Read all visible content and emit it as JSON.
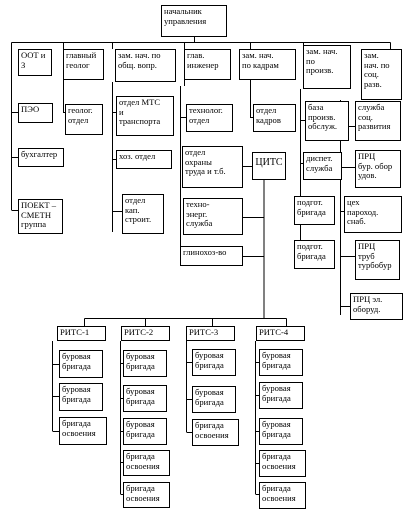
{
  "diagram": {
    "root": {
      "label": "начальник\nуправления"
    },
    "top_level": [
      {
        "id": "oot",
        "label": "ООТ и\nЗ"
      },
      {
        "id": "chief_geologist",
        "label": "главный\nгеолог"
      },
      {
        "id": "deputy_general",
        "label": "зам. нач. по\nобщ. вопр."
      },
      {
        "id": "chief_engineer",
        "label": "глав.\nинженер"
      },
      {
        "id": "deputy_personnel",
        "label": "зам. нач.\nпо кадрам"
      },
      {
        "id": "deputy_production",
        "label": "зам. нач.\nпо\nпроизв."
      },
      {
        "id": "deputy_social",
        "label": "зам.\nнач. по\nсоц.\nразв."
      }
    ],
    "oot_children": [
      {
        "id": "peo",
        "label": "ПЭО"
      },
      {
        "id": "accountant",
        "label": "бухгалтер"
      },
      {
        "id": "poekt",
        "label": "ПОЕКТ –\nСМЕТН\nгруппа"
      }
    ],
    "geologist_children": [
      {
        "id": "geo_dept",
        "label": "геолог.\nотдел"
      }
    ],
    "general_children": [
      {
        "id": "mts",
        "label": "отдел МТС\nи\nтранспорта"
      },
      {
        "id": "household",
        "label": "хоз. отдел"
      },
      {
        "id": "capital",
        "label": "отдел\nкап.\nстроит."
      }
    ],
    "engineer_children": [
      {
        "id": "tech_dept",
        "label": "технолог.\nотдел"
      },
      {
        "id": "safety",
        "label": "отдел\nохраны\nтруда и т.б."
      },
      {
        "id": "energy",
        "label": "техно-\nэнерг.\nслужба"
      },
      {
        "id": "clay",
        "label": "глинохоз-во"
      }
    ],
    "personnel_children": [
      {
        "id": "personnel_dept",
        "label": "отдел\nкадров"
      }
    ],
    "production_children": [
      {
        "id": "prod_base",
        "label": "база\nпроизв.\nобслуж."
      },
      {
        "id": "dispatch",
        "label": "диспет.\nслужба"
      },
      {
        "id": "prep1",
        "label": "подгот.\nбригада"
      },
      {
        "id": "prep2",
        "label": "подгот.\nбригада"
      }
    ],
    "social_children": [
      {
        "id": "social_service",
        "label": "служба\nсоц.\nразвития"
      },
      {
        "id": "prc_drill",
        "label": "ПРЦ\nбур. обор\nудов."
      },
      {
        "id": "steam",
        "label": "цех\nпароход.\nснаб."
      },
      {
        "id": "prc_pipes",
        "label": "ПРЦ\nтруб\nтурбобур"
      },
      {
        "id": "prc_electric",
        "label": "ПРЦ эл.\nоборуд."
      }
    ],
    "cits": {
      "label": "ЦИТС"
    },
    "rits": [
      {
        "id": "rits1",
        "label": "РИТС-1",
        "children": [
          "буровая\nбригада",
          "буровая\nбригада",
          "бригада\nосвоения"
        ]
      },
      {
        "id": "rits2",
        "label": "РИТС-2",
        "children": [
          "буровая\nбригада",
          "буровая\nбригада",
          "буровая\nбригада",
          "бригада\nосвоения",
          "бригада\nосвоения"
        ]
      },
      {
        "id": "rits3",
        "label": "РИТС-3",
        "children": [
          "буровая\nбригада",
          "буровая\nбригада",
          "бригада\nосвоения"
        ]
      },
      {
        "id": "rits4",
        "label": "РИТС-4",
        "children": [
          "буровая\nбригада",
          "буровая\nбригада",
          "буровая\nбригада",
          "бригада\nосвоения",
          "бригада\nосвоения"
        ]
      }
    ]
  }
}
